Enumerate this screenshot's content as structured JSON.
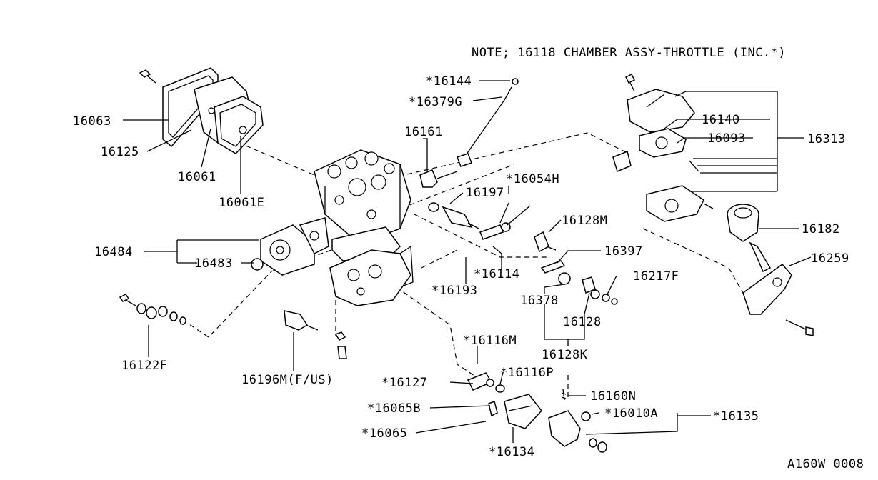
{
  "note": "NOTE; 16118  CHAMBER ASSY-THROTTLE (INC.*)",
  "figure_code": "A160W 0008",
  "parts": {
    "p16144": "*16144",
    "p16379G": "*16379G",
    "p16161": "16161",
    "p16054H": "*16054H",
    "p16197": "16197",
    "p16063": "16063",
    "p16125": "16125",
    "p16061": "16061",
    "p16061E": "16061E",
    "p16140": "16140",
    "p16093": "16093",
    "p16313": "16313",
    "p16182": "16182",
    "p16259": "16259",
    "p16128M": "16128M",
    "p16397": "16397",
    "p16217F": "16217F",
    "p16378": "16378",
    "p16128": "16128",
    "p16128K": "16128K",
    "p16484": "16484",
    "p16483": "16483",
    "p16114": "*16114",
    "p16193": "*16193",
    "p16122F": "16122F",
    "p16196M": "16196M(F/US)",
    "p16116M": "*16116M",
    "p16127": "*16127",
    "p16116P": "*16116P",
    "p16160N": "16160N",
    "p16065B": "*16065B",
    "p16010A": "*16010A",
    "p16135": "*16135",
    "p16065": "*16065",
    "p16134": "*16134"
  }
}
